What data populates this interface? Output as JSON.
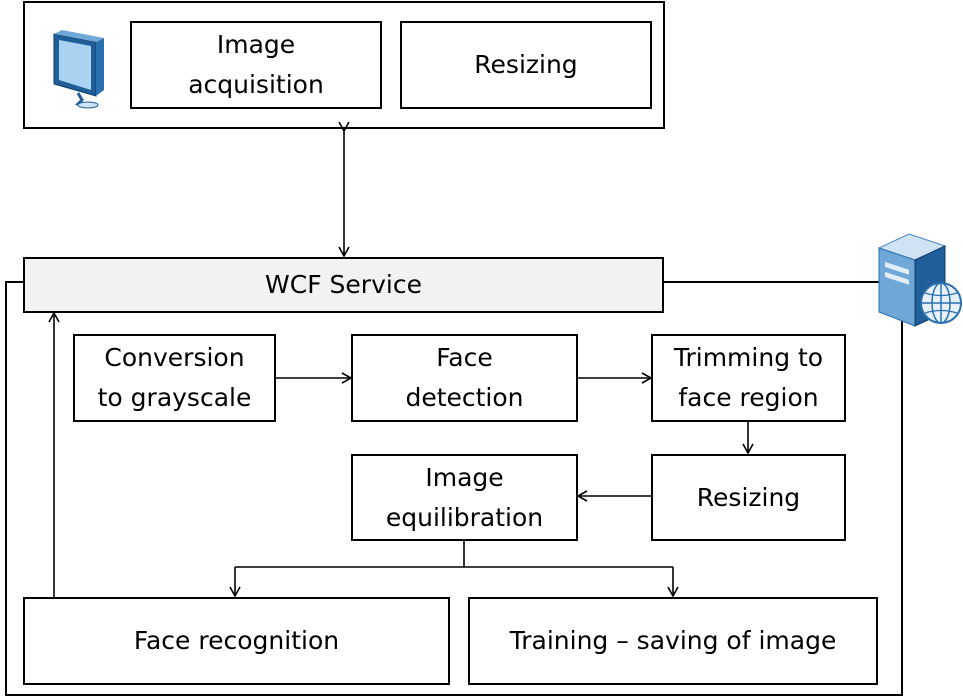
{
  "client": {
    "image_acquisition": "Image\nacquisition",
    "resizing": "Resizing",
    "icon": "monitor-icon"
  },
  "service": {
    "title": "WCF Service",
    "icon": "server-globe-icon"
  },
  "pipeline": {
    "conversion": "Conversion\nto grayscale",
    "face_detection": "Face\ndetection",
    "trimming": "Trimming to\nface region",
    "resizing": "Resizing",
    "equilibration": "Image\nequilibration",
    "face_recognition": "Face recognition",
    "training": "Training – saving of image"
  }
}
